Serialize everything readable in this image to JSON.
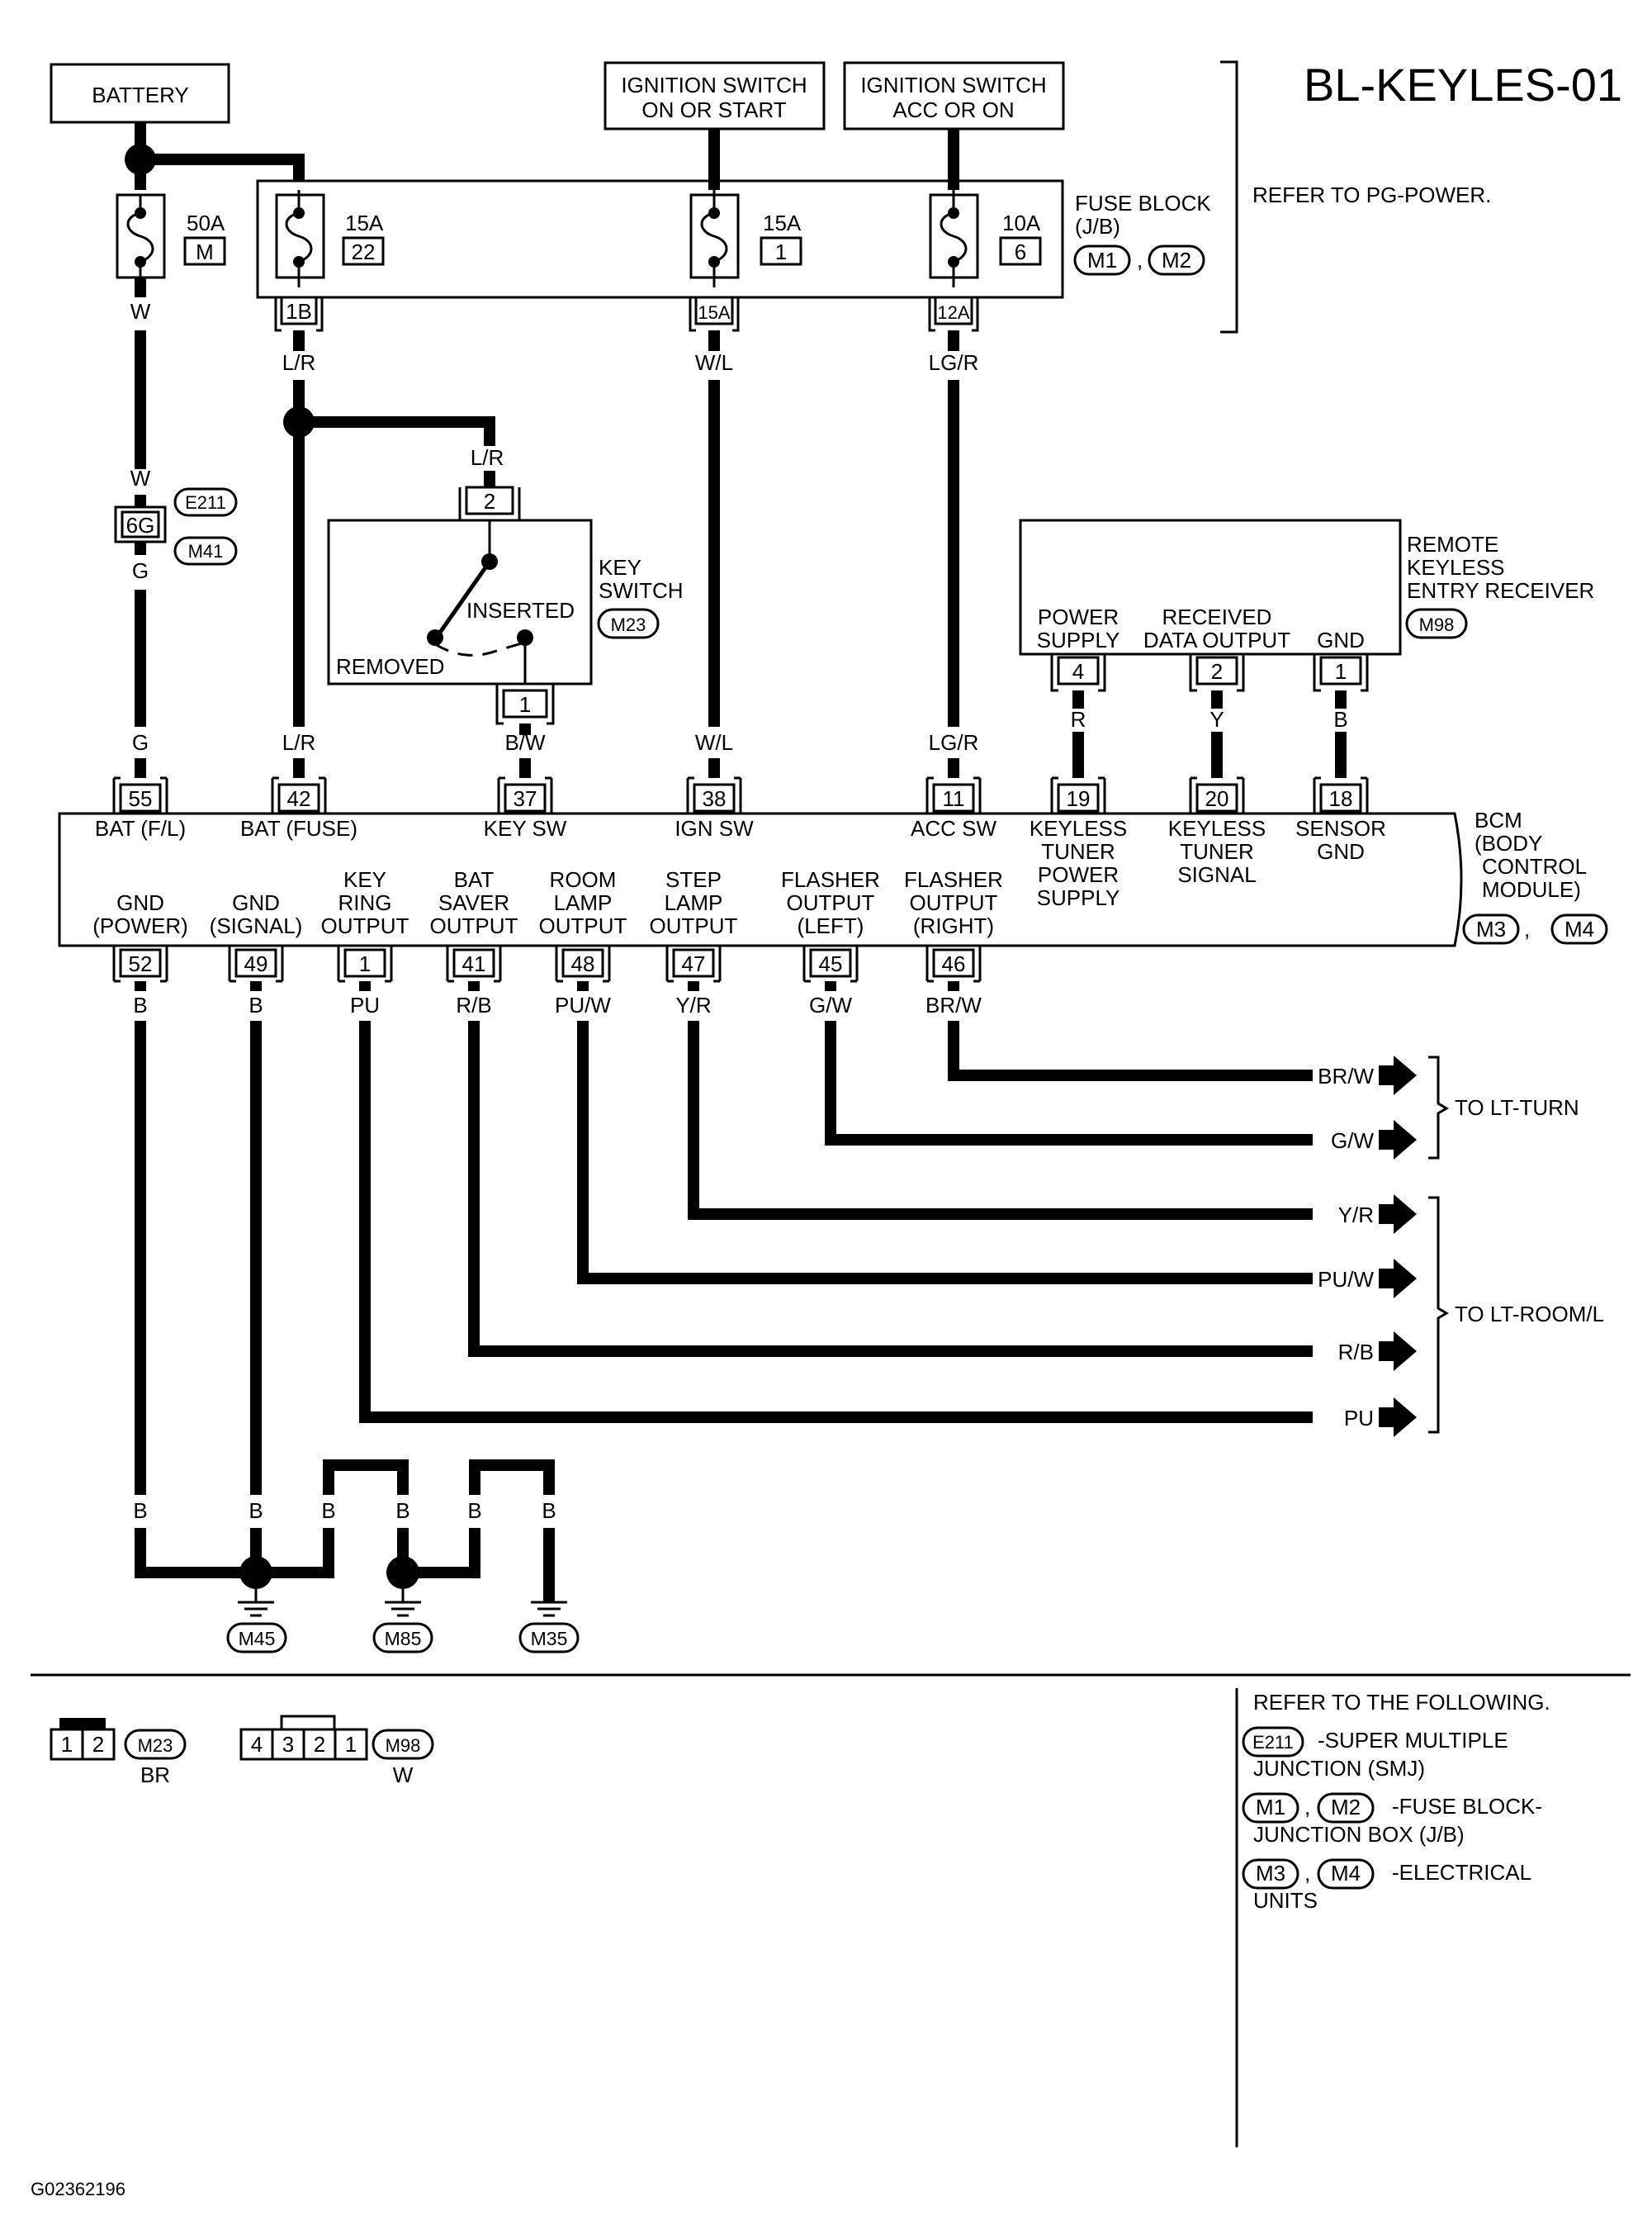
{
  "diagram_id": "BL-KEYLES-01",
  "figure_code": "G02362196",
  "sources": {
    "battery": "BATTERY",
    "ign_on_start": [
      "IGNITION SWITCH",
      "ON OR START"
    ],
    "ign_acc_on": [
      "IGNITION SWITCH",
      "ACC OR ON"
    ]
  },
  "fuses": [
    {
      "amps": "50A",
      "id": "M",
      "out_wire": "W"
    },
    {
      "amps": "15A",
      "id": "22",
      "terminal": "1B",
      "out_wire": "L/R"
    },
    {
      "amps": "15A",
      "id": "1",
      "terminal": "15A",
      "out_wire": "W/L"
    },
    {
      "amps": "10A",
      "id": "6",
      "terminal": "12A",
      "out_wire": "LG/R"
    }
  ],
  "fuse_block": {
    "label": [
      "FUSE BLOCK",
      "(J/B)"
    ],
    "connectors": [
      "M1",
      "M2"
    ],
    "note": "REFER TO PG-POWER."
  },
  "smj": {
    "terminal": "6G",
    "connectors": [
      "E211",
      "M41"
    ],
    "wire_top": "W",
    "wire_bottom": "G"
  },
  "key_switch": {
    "label": [
      "KEY",
      "SWITCH"
    ],
    "connector": "M23",
    "inserted": "INSERTED",
    "removed": "REMOVED",
    "pin_top": "2",
    "pin_bottom": "1",
    "wire_top": "L/R",
    "wire_bottom": "B/W"
  },
  "receiver": {
    "label": [
      "REMOTE",
      "KEYLESS",
      "ENTRY RECEIVER"
    ],
    "connector": "M98",
    "pins": [
      {
        "name": [
          "POWER",
          "SUPPLY"
        ],
        "pin": "4",
        "wire": "R"
      },
      {
        "name": [
          "RECEIVED",
          "DATA OUTPUT"
        ],
        "pin": "2",
        "wire": "Y"
      },
      {
        "name": [
          "GND"
        ],
        "pin": "1",
        "wire": "B"
      }
    ]
  },
  "bcm": {
    "label": [
      "BCM",
      "(BODY",
      "CONTROL",
      "MODULE)"
    ],
    "connectors": [
      "M3",
      "M4"
    ],
    "top_pins": [
      {
        "pin": "55",
        "name": [
          "BAT (F/L)"
        ],
        "wire": "G"
      },
      {
        "pin": "42",
        "name": [
          "BAT (FUSE)"
        ],
        "wire": "L/R"
      },
      {
        "pin": "37",
        "name": [
          "KEY SW"
        ],
        "wire": "B/W"
      },
      {
        "pin": "38",
        "name": [
          "IGN SW"
        ],
        "wire": "W/L"
      },
      {
        "pin": "11",
        "name": [
          "ACC SW"
        ],
        "wire": "LG/R"
      },
      {
        "pin": "19",
        "name": [
          "KEYLESS",
          "TUNER",
          "POWER",
          "SUPPLY"
        ],
        "wire": "R"
      },
      {
        "pin": "20",
        "name": [
          "KEYLESS",
          "TUNER",
          "SIGNAL"
        ],
        "wire": "Y"
      },
      {
        "pin": "18",
        "name": [
          "SENSOR",
          "GND"
        ],
        "wire": "B"
      }
    ],
    "bottom_pins": [
      {
        "pin": "52",
        "name": [
          "GND",
          "(POWER)"
        ],
        "wire": "B"
      },
      {
        "pin": "49",
        "name": [
          "GND",
          "(SIGNAL)"
        ],
        "wire": "B"
      },
      {
        "pin": "1",
        "name": [
          "KEY",
          "RING",
          "OUTPUT"
        ],
        "wire": "PU"
      },
      {
        "pin": "41",
        "name": [
          "BAT",
          "SAVER",
          "OUTPUT"
        ],
        "wire": "R/B"
      },
      {
        "pin": "48",
        "name": [
          "ROOM",
          "LAMP",
          "OUTPUT"
        ],
        "wire": "PU/W"
      },
      {
        "pin": "47",
        "name": [
          "STEP",
          "LAMP",
          "OUTPUT"
        ],
        "wire": "Y/R"
      },
      {
        "pin": "45",
        "name": [
          "FLASHER",
          "OUTPUT",
          "(LEFT)"
        ],
        "wire": "G/W"
      },
      {
        "pin": "46",
        "name": [
          "FLASHER",
          "OUTPUT",
          "(RIGHT)"
        ],
        "wire": "BR/W"
      }
    ]
  },
  "outputs": {
    "lt_turn": {
      "label": "TO LT-TURN",
      "wires": [
        "BR/W",
        "G/W"
      ]
    },
    "lt_room": {
      "label": "TO LT-ROOM/L",
      "wires": [
        "Y/R",
        "PU/W",
        "R/B",
        "PU"
      ]
    }
  },
  "grounds": {
    "labels": [
      "M45",
      "M85",
      "M35"
    ],
    "wire": "B"
  },
  "connector_views": [
    {
      "pins": [
        "1",
        "2"
      ],
      "id": "M23",
      "color": "BR"
    },
    {
      "pins": [
        "4",
        "3",
        "2",
        "1"
      ],
      "id": "M98",
      "color": "W"
    }
  ],
  "refer": {
    "title": "REFER TO THE FOLLOWING.",
    "e211": "E211",
    "e211_text": [
      "-SUPER MULTIPLE",
      "JUNCTION (SMJ)"
    ],
    "m1": "M1",
    "m2": "M2",
    "m12_text": [
      "-FUSE BLOCK-",
      "JUNCTION BOX (J/B)"
    ],
    "m3": "M3",
    "m4": "M4",
    "m34_text": [
      "-ELECTRICAL",
      "UNITS"
    ]
  }
}
